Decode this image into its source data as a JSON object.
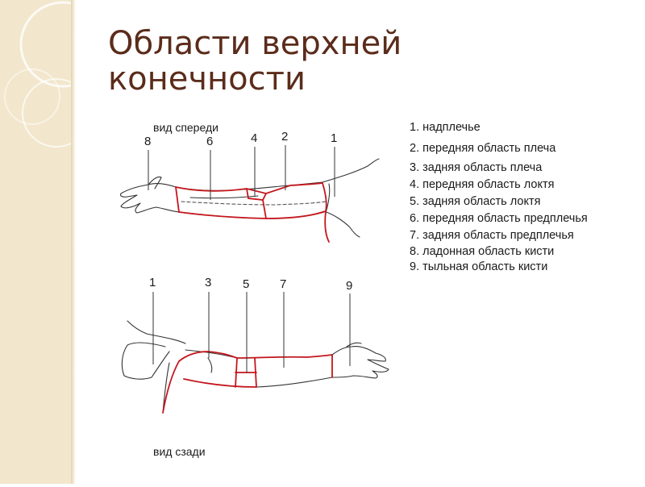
{
  "title": {
    "line1": "Области верхней",
    "line2": "конечности"
  },
  "views": {
    "front": "вид спереди",
    "back": "вид сзади"
  },
  "front_numbers": [
    "8",
    "6",
    "4",
    "2",
    "1"
  ],
  "back_numbers": [
    "1",
    "3",
    "5",
    "7",
    "9"
  ],
  "legend": [
    "1. надплечье",
    "2. передняя область плеча",
    "3. задняя область плеча",
    "4. передняя область локтя",
    "5. задняя область локтя",
    "6. передняя область предплечья",
    "7. задняя область предплечья",
    "8. ладонная область кисти",
    "9. тыльная область кисти"
  ],
  "colors": {
    "boundary": "#c4161c",
    "outline": "#333333",
    "title": "#5b2c1b",
    "band": "#f2e6cc"
  }
}
